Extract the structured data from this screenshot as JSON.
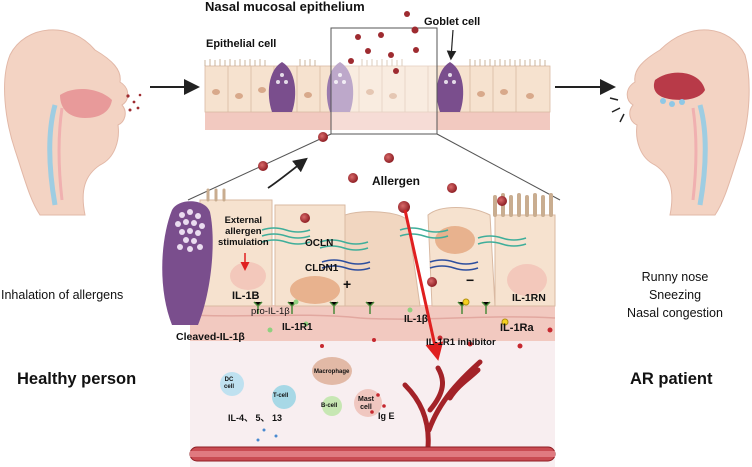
{
  "title": "Nasal  mucosal epithelium",
  "labels": {
    "epithelial_cell": "Epithelial cell",
    "goblet_cell": "Goblet cell",
    "allergen": "Allergen",
    "external": [
      "External",
      "allergen",
      "stimulation"
    ],
    "ocln": "OCLN",
    "cldn1": "CLDN1",
    "il1b_gene": "IL-1B",
    "pro_il1b": "pro-IL-1β",
    "il1b": "IL-1β",
    "il1rn": "IL-1RN",
    "il1r1": "IL-1R1",
    "il1ra": "IL-1Ra",
    "cleaved": "Cleaved-IL-1β",
    "inhibitor": "IL-1R1 inhibitor",
    "dc_cell": [
      "DC",
      "cell"
    ],
    "t_cell": "T-cell",
    "b_cell": "B-cell",
    "macrophage": "Macrophage",
    "mast_cell": [
      "Mast",
      "cell"
    ],
    "ige": "Ig E",
    "interleukins": "IL-4、 5、 13",
    "plus": "+",
    "minus": "−"
  },
  "left_panel": {
    "caption": "Inhalation of allergens",
    "person": "Healthy person"
  },
  "right_panel": {
    "symptoms": [
      "Runny nose",
      "Sneezing",
      "Nasal congestion"
    ],
    "person": "AR patient"
  },
  "colors": {
    "mucosa": "#f2c9c0",
    "cell_fill": "#f6e2cf",
    "goblet": "#7a4e8d",
    "allergen": "#9e2b30",
    "vessel": "#a32228",
    "arrow_red": "#e02020",
    "junction": "#3fae9a",
    "skin": "#f3d3c3"
  }
}
